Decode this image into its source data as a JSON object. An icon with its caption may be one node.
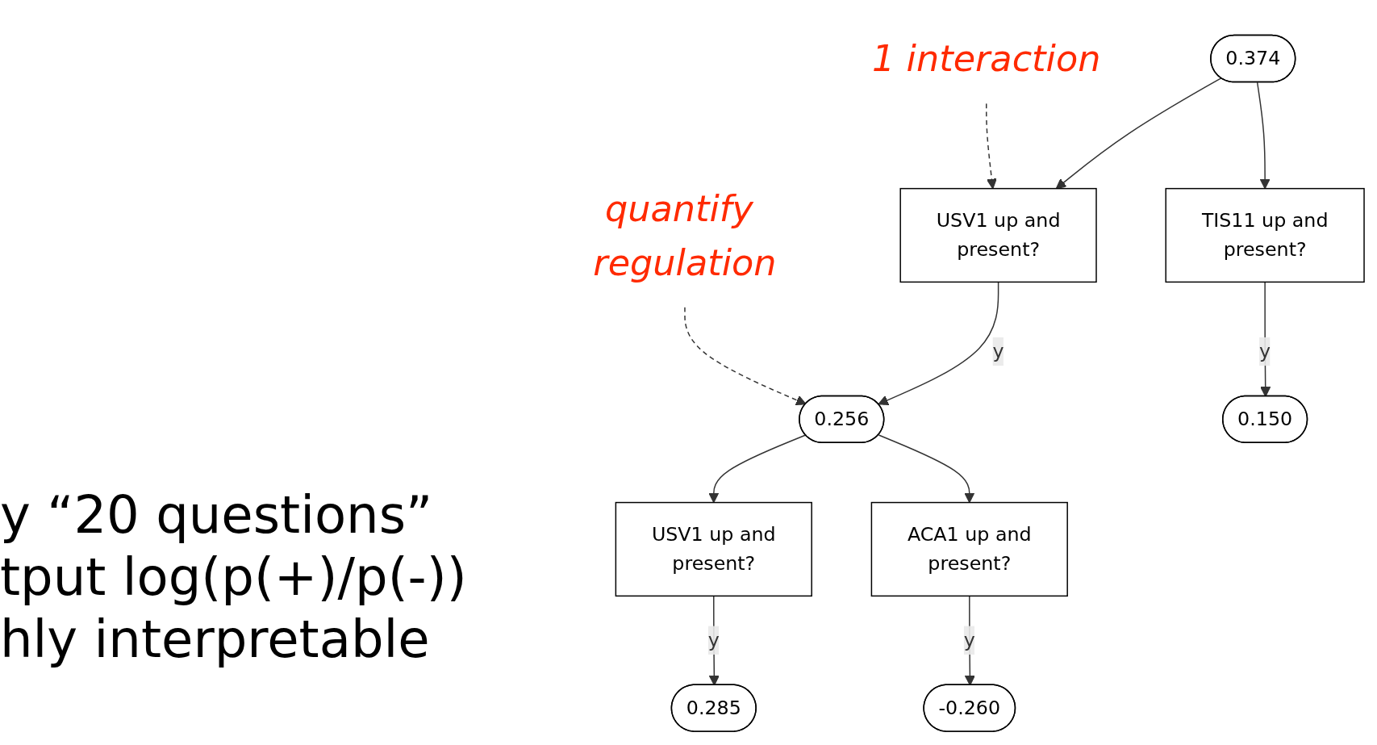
{
  "diagram": {
    "nodes": [
      {
        "text": [
          "0.374"
        ]
      },
      {
        "text": [
          "USV1 up and",
          "present?"
        ]
      },
      {
        "text": [
          "TIS11 up and",
          "present?"
        ]
      },
      {
        "text": [
          "0.256"
        ]
      },
      {
        "text": [
          "0.150"
        ]
      },
      {
        "text": [
          "USV1 up and",
          "present?"
        ]
      },
      {
        "text": [
          "ACA1 up and",
          "present?"
        ]
      },
      {
        "text": [
          "0.285"
        ]
      },
      {
        "text": [
          "-0.260"
        ]
      },
      {
        "text": [
          "1 interaction"
        ]
      },
      {
        "text": [
          "quantify regulation"
        ]
      }
    ],
    "edges": [
      {
        "from": 0,
        "to": 1,
        "arrow": "to"
      },
      {
        "from": 0,
        "to": 2,
        "arrow": "to"
      },
      {
        "from": 1,
        "to": 3,
        "arrow": "to",
        "label": "y"
      },
      {
        "from": 2,
        "to": 4,
        "arrow": "to",
        "label": "y"
      },
      {
        "from": 3,
        "to": 5,
        "arrow": "to"
      },
      {
        "from": 3,
        "to": 6,
        "arrow": "to"
      },
      {
        "from": 5,
        "to": 7,
        "arrow": "to",
        "label": "y"
      },
      {
        "from": 6,
        "to": 8,
        "arrow": "to",
        "label": "y"
      },
      {
        "from": 9,
        "to": 1,
        "arrow": "to",
        "style": "dashed"
      },
      {
        "from": 10,
        "to": 3,
        "arrow": "to",
        "style": "dashed"
      }
    ],
    "labels": [
      "y “20 questions”",
      "tput log(p(+)/p(-))",
      "hly interpretable"
    ]
  }
}
